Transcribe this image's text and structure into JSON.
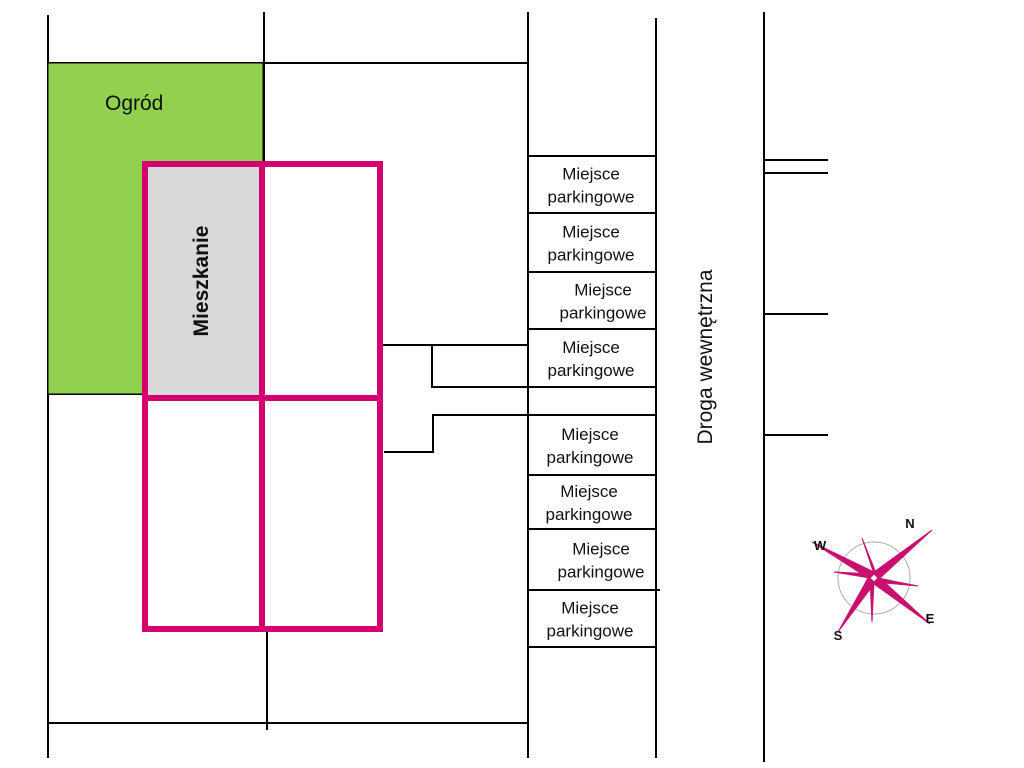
{
  "labels": {
    "garden": "Ogród",
    "apartment": "Mieszkanie",
    "road": "Droga wewnętrzna",
    "parking": [
      [
        "Miejsce",
        "parkingowe"
      ],
      [
        "Miejsce",
        "parkingowe"
      ],
      [
        "Miejsce",
        "parkingowe"
      ],
      [
        "Miejsce",
        "parkingowe"
      ],
      [
        "Miejsce",
        "parkingowe"
      ],
      [
        "Miejsce",
        "parkingowe"
      ],
      [
        "Miejsce",
        "parkingowe"
      ],
      [
        "Miejsce",
        "parkingowe"
      ]
    ]
  },
  "compass": {
    "n": "N",
    "e": "E",
    "s": "S",
    "w": "W"
  },
  "colors": {
    "garden": "#92d050",
    "apartment": "#d9d9d9",
    "building": "#d4006f",
    "compass": "#c8106e",
    "line": "#000000"
  }
}
